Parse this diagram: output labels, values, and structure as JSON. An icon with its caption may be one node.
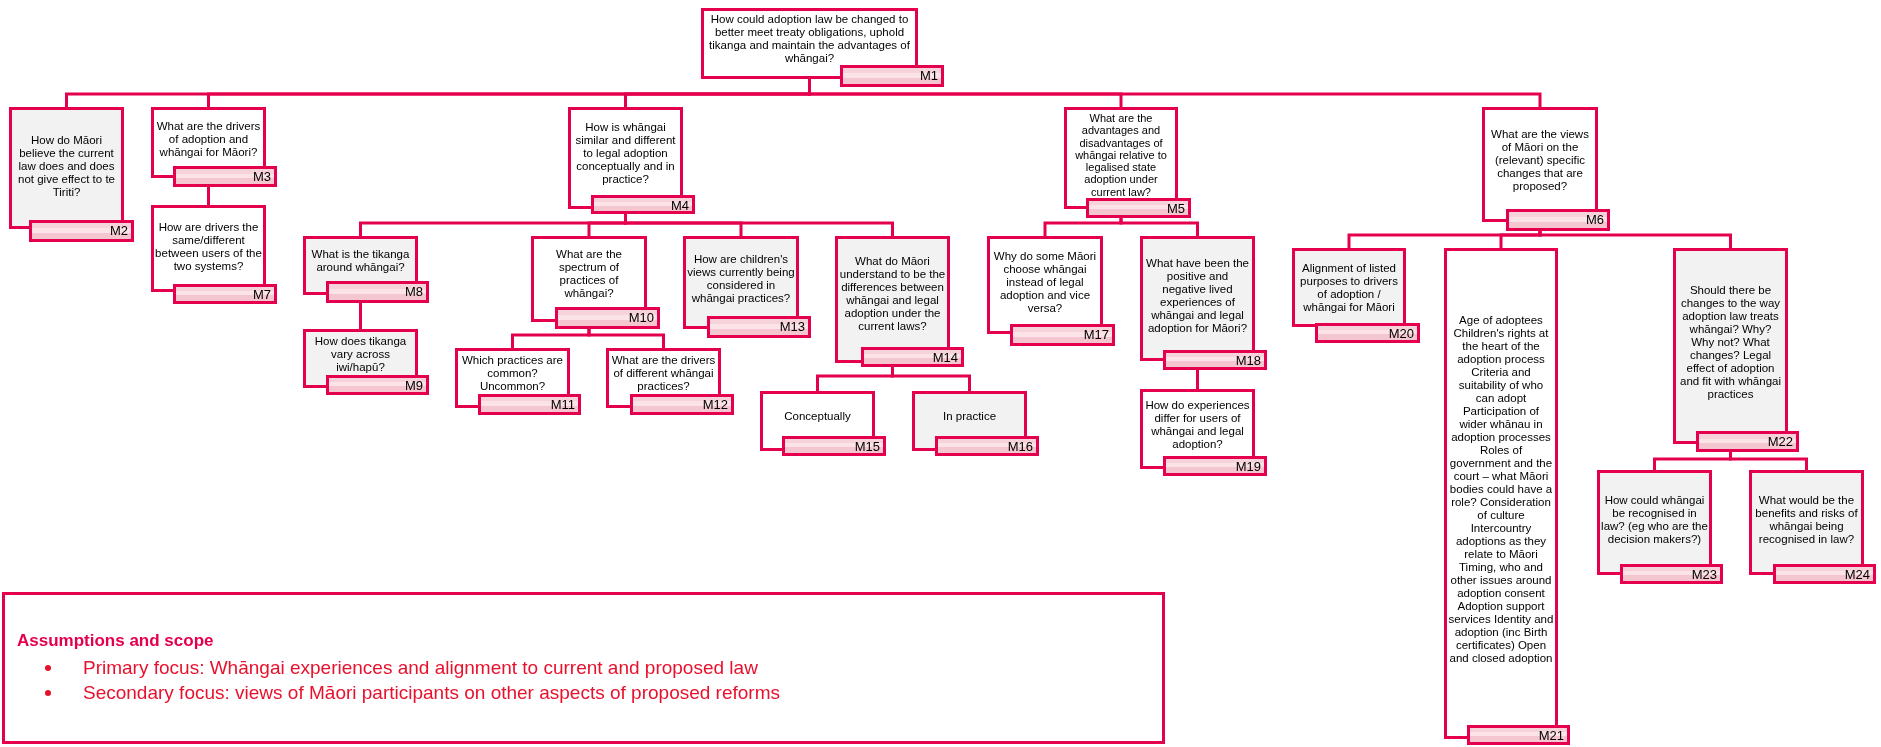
{
  "diagram": {
    "nodes": [
      {
        "text": [
          "How could adoption law be changed to better meet treaty obligations, uphold tikanga and maintain the advantages of whāngai?",
          "M1"
        ]
      },
      {
        "text": [
          "How do Māori believe the current law does and does not give effect to te Tiriti?",
          "M2"
        ]
      },
      {
        "text": [
          "What are the drivers of adoption and whāngai for Māori?",
          "M3"
        ]
      },
      {
        "text": [
          "How is whāngai similar and different to legal adoption conceptually and in practice?",
          "M4"
        ]
      },
      {
        "text": [
          "What are the advantages and disadvantages of whāngai relative to legalised state adoption under current law?",
          "M5"
        ]
      },
      {
        "text": [
          "What are the views of Māori on the (relevant) specific changes that are proposed?",
          "M6"
        ]
      },
      {
        "text": [
          "How are drivers the same/different between users of the two systems?",
          "M7"
        ]
      },
      {
        "text": [
          "What is the tikanga around whāngai?",
          "M8"
        ]
      },
      {
        "text": [
          "How does tikanga vary across iwi/hapū?",
          "M9"
        ]
      },
      {
        "text": [
          "What are the spectrum of practices of whāngai?",
          "M10"
        ]
      },
      {
        "text": [
          "Which practices are common? Uncommon?",
          "M11"
        ]
      },
      {
        "text": [
          "What are the drivers of different whāngai practices?",
          "M12"
        ]
      },
      {
        "text": [
          "How are children's views currently being considered in whāngai practices?",
          "M13"
        ]
      },
      {
        "text": [
          "What do Māori understand to be the differences between whāngai and legal adoption under the current laws?",
          "M14"
        ]
      },
      {
        "text": [
          "Conceptually",
          "M15"
        ]
      },
      {
        "text": [
          "In practice",
          "M16"
        ]
      },
      {
        "text": [
          "Why do some Māori choose whāngai instead of legal adoption and vice versa?",
          "M17"
        ]
      },
      {
        "text": [
          "What have been the positive and negative lived experiences of whāngai and legal adoption for Māori?",
          "M18"
        ]
      },
      {
        "text": [
          "How do experiences differ for users of whāngai and legal adoption?",
          "M19"
        ]
      },
      {
        "text": [
          "Alignment of listed purposes to drivers of adoption / whāngai for Māori",
          "M20"
        ]
      },
      {
        "text": [
          "Age of adoptees Children's rights at the heart of the adoption process Criteria and suitability of who can adopt Participation of wider whānau in adoption processes Roles of government and the court – what Māori bodies could have a role? Consideration of culture Intercountry adoptions as they relate to Māori Timing, who and other issues around adoption consent Adoption support services Identity and adoption (inc Birth certificates) Open and closed adoption",
          "M21"
        ]
      },
      {
        "text": [
          "Should there be changes to the way adoption law treats whāngai? Why? Why not? What changes? Legal effect of adoption and fit with whāngai practices",
          "M22"
        ]
      },
      {
        "text": [
          "How could whāngai be recognised in law? (eg who are the decision makers?)",
          "M23"
        ]
      },
      {
        "text": [
          "What would be the benefits and risks of whāngai being recognised in law?",
          "M24"
        ]
      },
      {
        "text": [
          "Assumptions and scope",
          "Primary focus: Whāngai experiences and alignment to current and proposed law",
          "Secondary focus: views of Māori participants on other aspects of proposed reforms"
        ]
      }
    ],
    "edges": [
      {
        "from": 0,
        "to": 1,
        "arrow": "none"
      },
      {
        "from": 0,
        "to": 2,
        "arrow": "none"
      },
      {
        "from": 0,
        "to": 3,
        "arrow": "none"
      },
      {
        "from": 0,
        "to": 4,
        "arrow": "none"
      },
      {
        "from": 0,
        "to": 5,
        "arrow": "none"
      },
      {
        "from": 2,
        "to": 6,
        "arrow": "none"
      },
      {
        "from": 3,
        "to": 7,
        "arrow": "none"
      },
      {
        "from": 3,
        "to": 9,
        "arrow": "none"
      },
      {
        "from": 3,
        "to": 12,
        "arrow": "none"
      },
      {
        "from": 3,
        "to": 13,
        "arrow": "none"
      },
      {
        "from": 7,
        "to": 8,
        "arrow": "none"
      },
      {
        "from": 9,
        "to": 10,
        "arrow": "none"
      },
      {
        "from": 9,
        "to": 11,
        "arrow": "none"
      },
      {
        "from": 13,
        "to": 14,
        "arrow": "none"
      },
      {
        "from": 13,
        "to": 15,
        "arrow": "none"
      },
      {
        "from": 4,
        "to": 16,
        "arrow": "none"
      },
      {
        "from": 4,
        "to": 17,
        "arrow": "none"
      },
      {
        "from": 17,
        "to": 18,
        "arrow": "none"
      },
      {
        "from": 5,
        "to": 19,
        "arrow": "none"
      },
      {
        "from": 5,
        "to": 20,
        "arrow": "none"
      },
      {
        "from": 5,
        "to": 21,
        "arrow": "none"
      },
      {
        "from": 21,
        "to": 22,
        "arrow": "none"
      },
      {
        "from": 21,
        "to": 23,
        "arrow": "none"
      }
    ]
  }
}
